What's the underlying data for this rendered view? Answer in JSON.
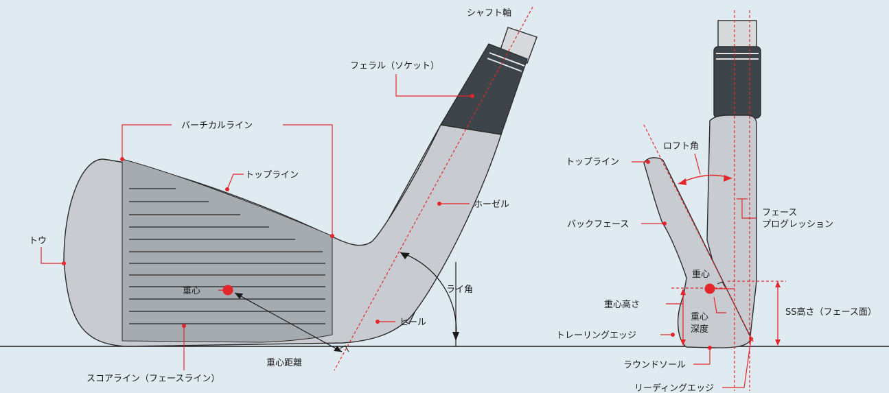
{
  "labels": {
    "shaft_axis": "シャフト軸",
    "ferrule": "フェラル（ソケット）",
    "vertical_line": "バーチカルライン",
    "top_line": "トップライン",
    "hosel": "ホーゼル",
    "toe": "トウ",
    "center_of_gravity": "重心",
    "lie_angle": "ライ角",
    "heel": "ヒール",
    "cg_distance": "重心距離",
    "score_line": "スコアライン（フェースライン）",
    "loft_angle": "ロフト角",
    "top_line_side": "トップライン",
    "back_face": "バックフェース",
    "face_progression_1": "フェース",
    "face_progression_2": "プログレッション",
    "cg_side": "重心",
    "cg_height": "重心高さ",
    "cg_depth_1": "重心",
    "cg_depth_2": "深度",
    "ss_height": "SS高さ（フェース面）",
    "trailing_edge": "トレーリングエッジ",
    "round_sole": "ラウンドソール",
    "leading_edge": "リーディングエッジ"
  },
  "colors": {
    "background": "#dfeaf1",
    "accent": "#e3262b",
    "head": "#c8ccd0",
    "face": "#a6abb0",
    "ferrule": "#3d454b",
    "shaft": "#d7dadd"
  }
}
